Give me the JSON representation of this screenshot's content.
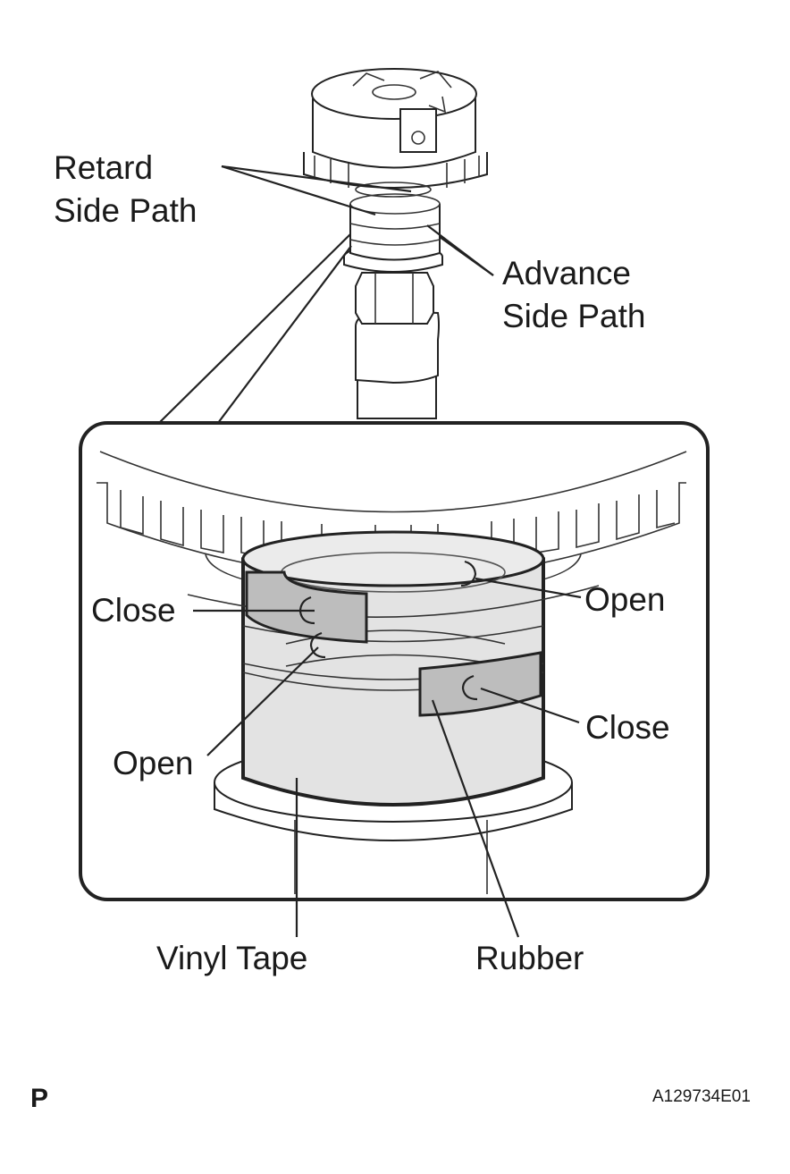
{
  "labels": {
    "retard_line1": "Retard",
    "retard_line2": "Side Path",
    "advance_line1": "Advance",
    "advance_line2": "Side Path",
    "close_left": "Close",
    "open_right": "Open",
    "open_left": "Open",
    "close_right": "Close",
    "vinyl_tape": "Vinyl Tape",
    "rubber": "Rubber"
  },
  "footer": {
    "corner_letter": "P",
    "figure_code": "A129734E01"
  },
  "colors": {
    "line": "#222222",
    "tape_fill": "#e3e3e3",
    "rubber_fill": "#bdbdbd",
    "background": "#ffffff"
  }
}
